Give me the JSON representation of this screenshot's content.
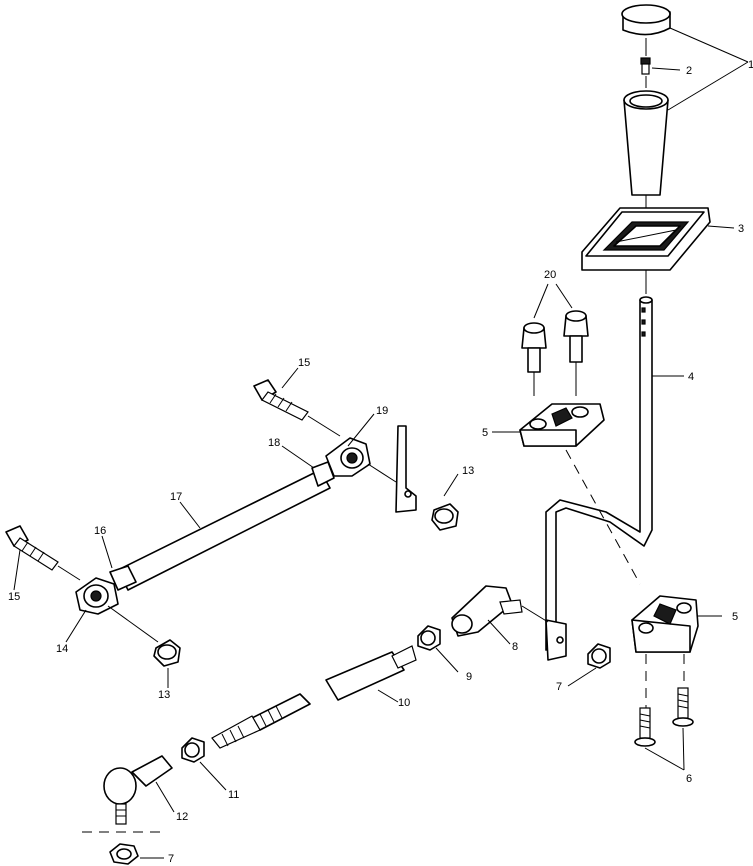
{
  "callouts": {
    "c1": "1",
    "c2": "2",
    "c3": "3",
    "c4": "4",
    "c5a": "5",
    "c5b": "5",
    "c6": "6",
    "c7a": "7",
    "c7b": "7",
    "c8": "8",
    "c9": "9",
    "c10": "10",
    "c11": "11",
    "c12": "12",
    "c13a": "13",
    "c13b": "13",
    "c14": "14",
    "c15a": "15",
    "c15b": "15",
    "c16": "16",
    "c17": "17",
    "c18": "18",
    "c19": "19",
    "c20": "20"
  }
}
